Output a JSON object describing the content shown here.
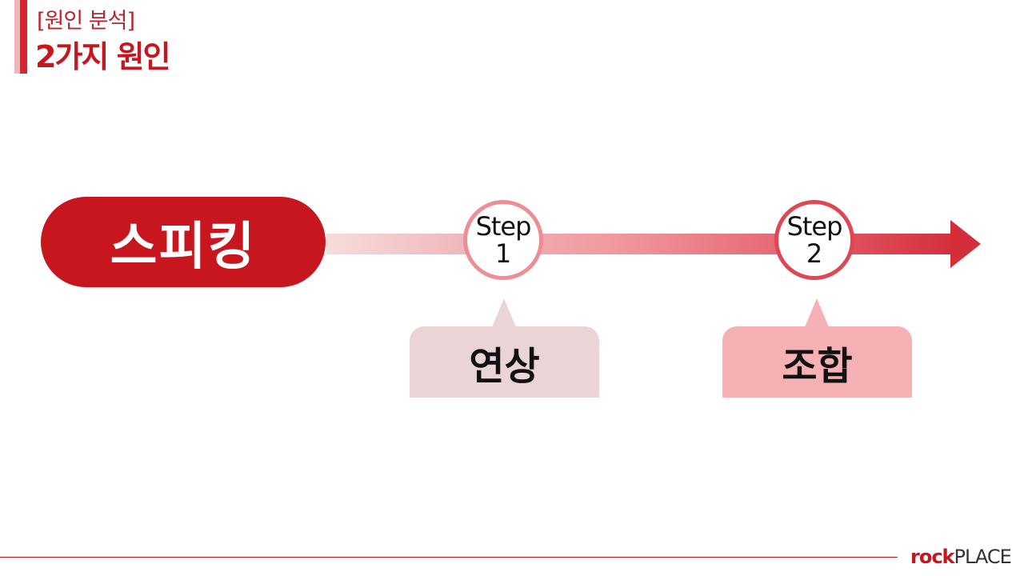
{
  "header": {
    "subtitle": "[원인 분석]",
    "title": "2가지 원인"
  },
  "main": {
    "label": "스피킹"
  },
  "steps": [
    {
      "word": "Step",
      "number": "1",
      "callout": "연상"
    },
    {
      "word": "Step",
      "number": "2",
      "callout": "조합"
    }
  ],
  "footer": {
    "logo_primary": "rock",
    "logo_secondary": "PLACE"
  },
  "colors": {
    "brand": "#c8161e",
    "callout_1": "#ebd4d6",
    "callout_2": "#f6b1b5"
  }
}
